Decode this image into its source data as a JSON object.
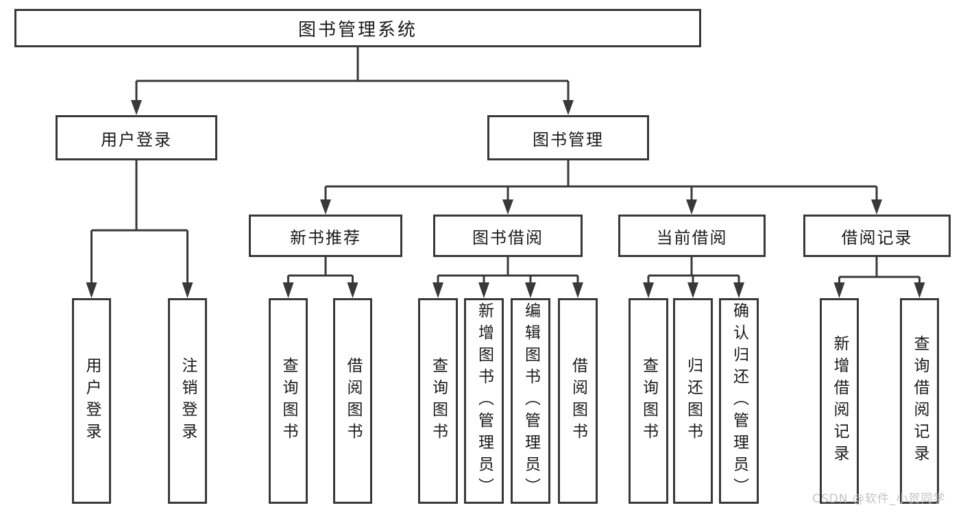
{
  "root": {
    "label": "图书管理系统"
  },
  "user_login": {
    "label": "用户登录",
    "children": [
      {
        "label": "用户登录"
      },
      {
        "label": "注销登录"
      }
    ]
  },
  "book_management": {
    "label": "图书管理",
    "sections": [
      {
        "label": "新书推荐",
        "children": [
          {
            "label": "查询图书"
          },
          {
            "label": "借阅图书"
          }
        ]
      },
      {
        "label": "图书借阅",
        "children": [
          {
            "label": "查询图书"
          },
          {
            "label": "新增图书（管理员）"
          },
          {
            "label": "编辑图书（管理员）"
          },
          {
            "label": "借阅图书"
          }
        ]
      },
      {
        "label": "当前借阅",
        "children": [
          {
            "label": "查询图书"
          },
          {
            "label": "归还图书"
          },
          {
            "label": "确认归还（管理员）"
          }
        ]
      },
      {
        "label": "借阅记录",
        "children": [
          {
            "label": "新增借阅记录"
          },
          {
            "label": "查询借阅记录"
          }
        ]
      }
    ]
  },
  "watermark": {
    "text": "CSDN @软件_小贺同学"
  }
}
